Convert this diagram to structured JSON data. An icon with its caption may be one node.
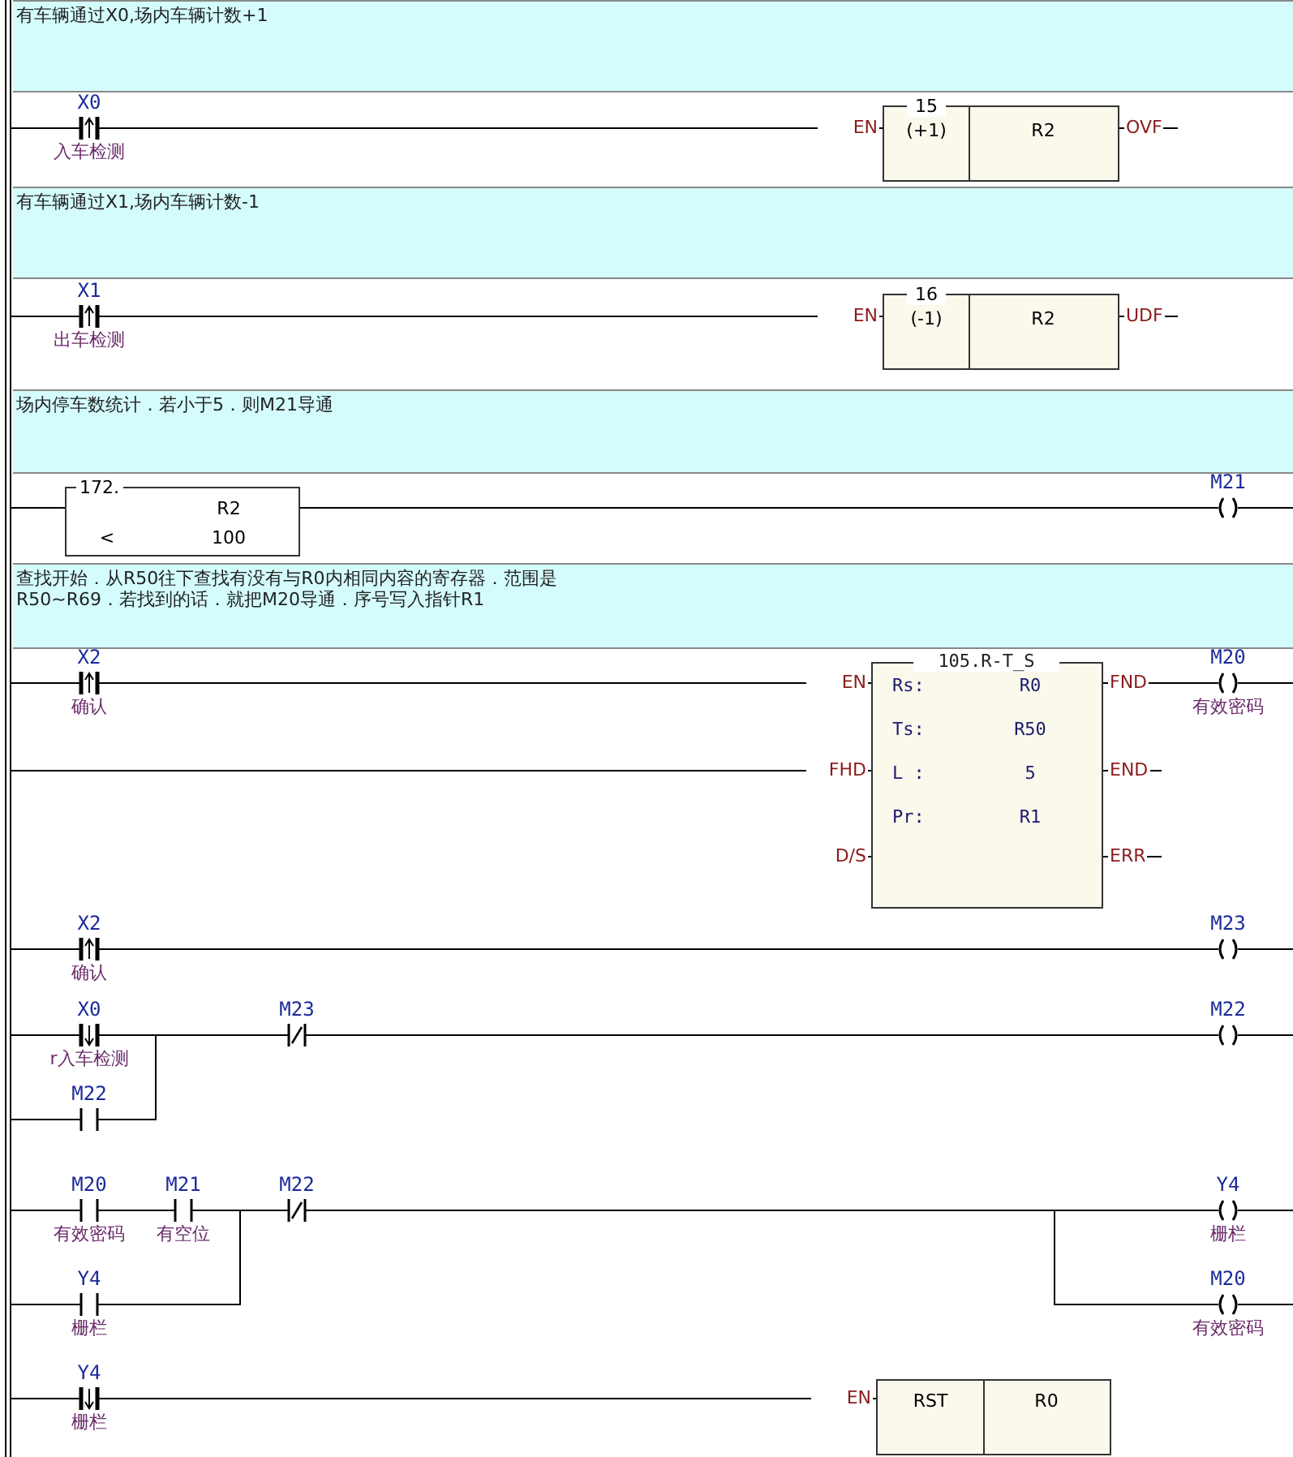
{
  "diagram": {
    "nodes": [
      {
        "text": [],
        "shape": "bar"
      },
      {
        "text": [
          "有车辆通过X0,场内车辆计数+1"
        ]
      },
      {
        "text": [
          "X0",
          "入车检测"
        ]
      },
      {
        "text": [
          "15",
          "(+1)",
          "R2"
        ],
        "beside": [
          "EN",
          "OVF"
        ]
      },
      {
        "text": [
          "有车辆通过X1,场内车辆计数-1"
        ]
      },
      {
        "text": [
          "X1",
          "出车检测"
        ]
      },
      {
        "text": [
          "16",
          "(-1)",
          "R2"
        ],
        "beside": [
          "EN",
          "UDF"
        ]
      },
      {
        "text": [
          "场内停车数统计．若小于5．则M21导通"
        ]
      },
      {
        "text": [
          "172.",
          "R2",
          "<",
          "100"
        ]
      },
      {
        "text": [
          "M21"
        ]
      },
      {
        "text": [
          "查找开始．从R50往下查找有没有与R0内相同内容的寄存器．范围是R50~R69．若找到的话．就把M20导通．序号写入指针R1"
        ]
      },
      {
        "text": [
          "X2",
          "确认"
        ]
      },
      {
        "text": [
          "105.R-T_S",
          "Rs:",
          "R0",
          "Ts:",
          "R50",
          "L :",
          "5",
          "Pr:",
          "R1"
        ],
        "beside": [
          "EN",
          "FHD",
          "D/S",
          "FND",
          "END",
          "ERR"
        ]
      },
      {
        "text": [
          "M20",
          "有效密码"
        ]
      },
      {
        "text": [
          "X2",
          "确认"
        ]
      },
      {
        "text": [
          "M23"
        ]
      },
      {
        "text": [
          "X0",
          "r入车检测"
        ]
      },
      {
        "text": [
          "M22"
        ]
      },
      {
        "text": [
          "M23"
        ]
      },
      {
        "text": [
          "M22"
        ]
      },
      {
        "text": [
          "M20",
          "有效密码"
        ]
      },
      {
        "text": [
          "M21",
          "有空位"
        ]
      },
      {
        "text": [
          "Y4",
          "栅栏"
        ]
      },
      {
        "text": [
          "M22"
        ]
      },
      {
        "text": [
          "Y4",
          "栅栏"
        ]
      },
      {
        "text": [
          "M20",
          "有效密码"
        ]
      },
      {
        "text": [
          "Y4",
          "栅栏"
        ]
      },
      {
        "text": [
          "RST",
          "R0"
        ],
        "beside": [
          "EN"
        ]
      }
    ],
    "edges": [
      {
        "from": 0,
        "to": 2,
        "arrow": "none"
      },
      {
        "from": 2,
        "to": 3,
        "arrow": "none"
      },
      {
        "from": 0,
        "to": 5,
        "arrow": "none"
      },
      {
        "from": 5,
        "to": 6,
        "arrow": "none"
      },
      {
        "from": 0,
        "to": 8,
        "arrow": "none"
      },
      {
        "from": 8,
        "to": 9,
        "arrow": "none"
      },
      {
        "from": 0,
        "to": 11,
        "arrow": "none"
      },
      {
        "from": 11,
        "to": 12,
        "arrow": "none"
      },
      {
        "from": 0,
        "to": 12,
        "arrow": "none"
      },
      {
        "from": 12,
        "to": 13,
        "arrow": "none"
      },
      {
        "from": 0,
        "to": 14,
        "arrow": "none"
      },
      {
        "from": 14,
        "to": 15,
        "arrow": "none"
      },
      {
        "from": 0,
        "to": 16,
        "arrow": "none"
      },
      {
        "from": 0,
        "to": 17,
        "arrow": "none"
      },
      {
        "from": 16,
        "to": 18,
        "arrow": "none"
      },
      {
        "from": 17,
        "to": 18,
        "arrow": "none"
      },
      {
        "from": 18,
        "to": 19,
        "arrow": "none"
      },
      {
        "from": 0,
        "to": 20,
        "arrow": "none"
      },
      {
        "from": 20,
        "to": 21,
        "arrow": "none"
      },
      {
        "from": 0,
        "to": 22,
        "arrow": "none"
      },
      {
        "from": 21,
        "to": 23,
        "arrow": "none"
      },
      {
        "from": 22,
        "to": 23,
        "arrow": "none"
      },
      {
        "from": 23,
        "to": 24,
        "arrow": "none"
      },
      {
        "from": 23,
        "to": 25,
        "arrow": "none"
      },
      {
        "from": 0,
        "to": 26,
        "arrow": "none"
      },
      {
        "from": 26,
        "to": 27,
        "arrow": "none"
      }
    ]
  }
}
